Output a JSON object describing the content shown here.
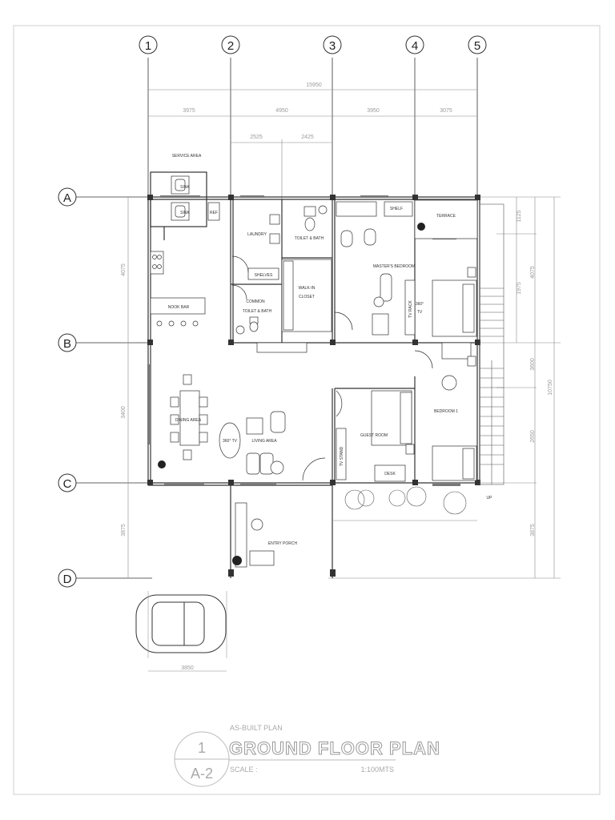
{
  "grid": {
    "columns": [
      "1",
      "2",
      "3",
      "4",
      "5"
    ],
    "rows": [
      "A",
      "B",
      "C",
      "D"
    ]
  },
  "dimensions": {
    "overall_width": "15950",
    "bay_1_2": "3975",
    "bay_2_3": "4950",
    "bay_3_4": "3950",
    "bay_4_5": "3075",
    "sub_a": "2525",
    "sub_b": "2425",
    "left_a_b": "4075",
    "left_b_c": "3400",
    "left_c_d": "3875",
    "right_a": "1125",
    "right_b": "4075",
    "right_c": "1975",
    "right_d": "3600",
    "right_e": "2650",
    "right_overall": "10750",
    "car_width": "3850"
  },
  "rooms": {
    "service_area": "SERVICE AREA",
    "sink1": "SINK",
    "sink2": "SINK",
    "ref": "REF",
    "laundry": "LAUNDRY",
    "toilet_bath": "TOILET & BATH",
    "shelf": "SHELF",
    "terrace": "TERRACE",
    "master_bedroom": "MASTER'S BEDROOM",
    "shelves": "SHELVES",
    "walkin_1": "WALK-IN",
    "walkin_2": "CLOSET",
    "common_1": "COMMON",
    "common_2": "TOILET & BATH",
    "nook_bar": "NOOK BAR",
    "tv_rack": "TV RACK",
    "tv_360_a": "360°",
    "tv_360_b": "TV",
    "bedroom1": "BEDROOM 1",
    "dining": "DINING AREA",
    "tv_360_living": "360° TV",
    "living": "LIVING AREA",
    "tv_stand": "TV STAND",
    "guest_room": "GUEST ROOM",
    "desk": "DESK",
    "up": "UP",
    "entry_porch": "ENTRY PORCH"
  },
  "title_block": {
    "subtitle": "AS-BUILT PLAN",
    "title": "GROUND FLOOR PLAN",
    "scale_label": "SCALE :",
    "scale_value": "1:100MTS",
    "detail_number": "1",
    "sheet_number": "A-2"
  }
}
